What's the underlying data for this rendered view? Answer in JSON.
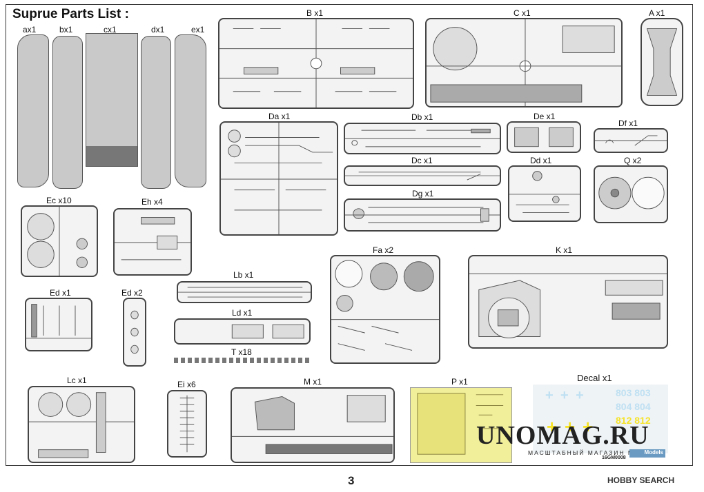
{
  "page": {
    "title": "Suprue Parts List :",
    "page_number": "3",
    "brand": "HOBBY SEARCH",
    "watermark": {
      "text": "UNOMAG.RU",
      "subtitle": "МАСШТАБНЫЙ МАГАЗИН МОДЕЛЕЙ",
      "code": "16GM0008",
      "logo_text": "Models"
    }
  },
  "sprues": {
    "ax": "ax1",
    "bx": "bx1",
    "cx": "cx1",
    "dx": "dx1",
    "ex": "ex1",
    "B": "B x1",
    "C": "C x1",
    "A": "A x1",
    "Da": "Da x1",
    "Db": "Db x1",
    "De": "De x1",
    "Df": "Df x1",
    "Dc": "Dc x1",
    "Dd": "Dd x1",
    "Q": "Q x2",
    "Dg": "Dg x1",
    "Ec": "Ec x10",
    "Eh": "Eh x4",
    "Fa": "Fa x2",
    "K": "K x1",
    "Lb": "Lb x1",
    "Ed": "Ed x1",
    "Ed2": "Ed x2",
    "Ld": "Ld x1",
    "T": "T x18",
    "Lc": "Lc x1",
    "Ei": "Ei x6",
    "M": "M x1",
    "P": "P x1",
    "Decal": "Decal  x1"
  },
  "decal": {
    "rows": [
      "803 803",
      "804 804",
      "812 812"
    ]
  },
  "colors": {
    "frame": "#444444",
    "plate": "#c9c9c9",
    "photoetch": "#f2ef9a",
    "decal_yellow": "#f6e32a",
    "decal_blue": "#bfe0f2"
  }
}
